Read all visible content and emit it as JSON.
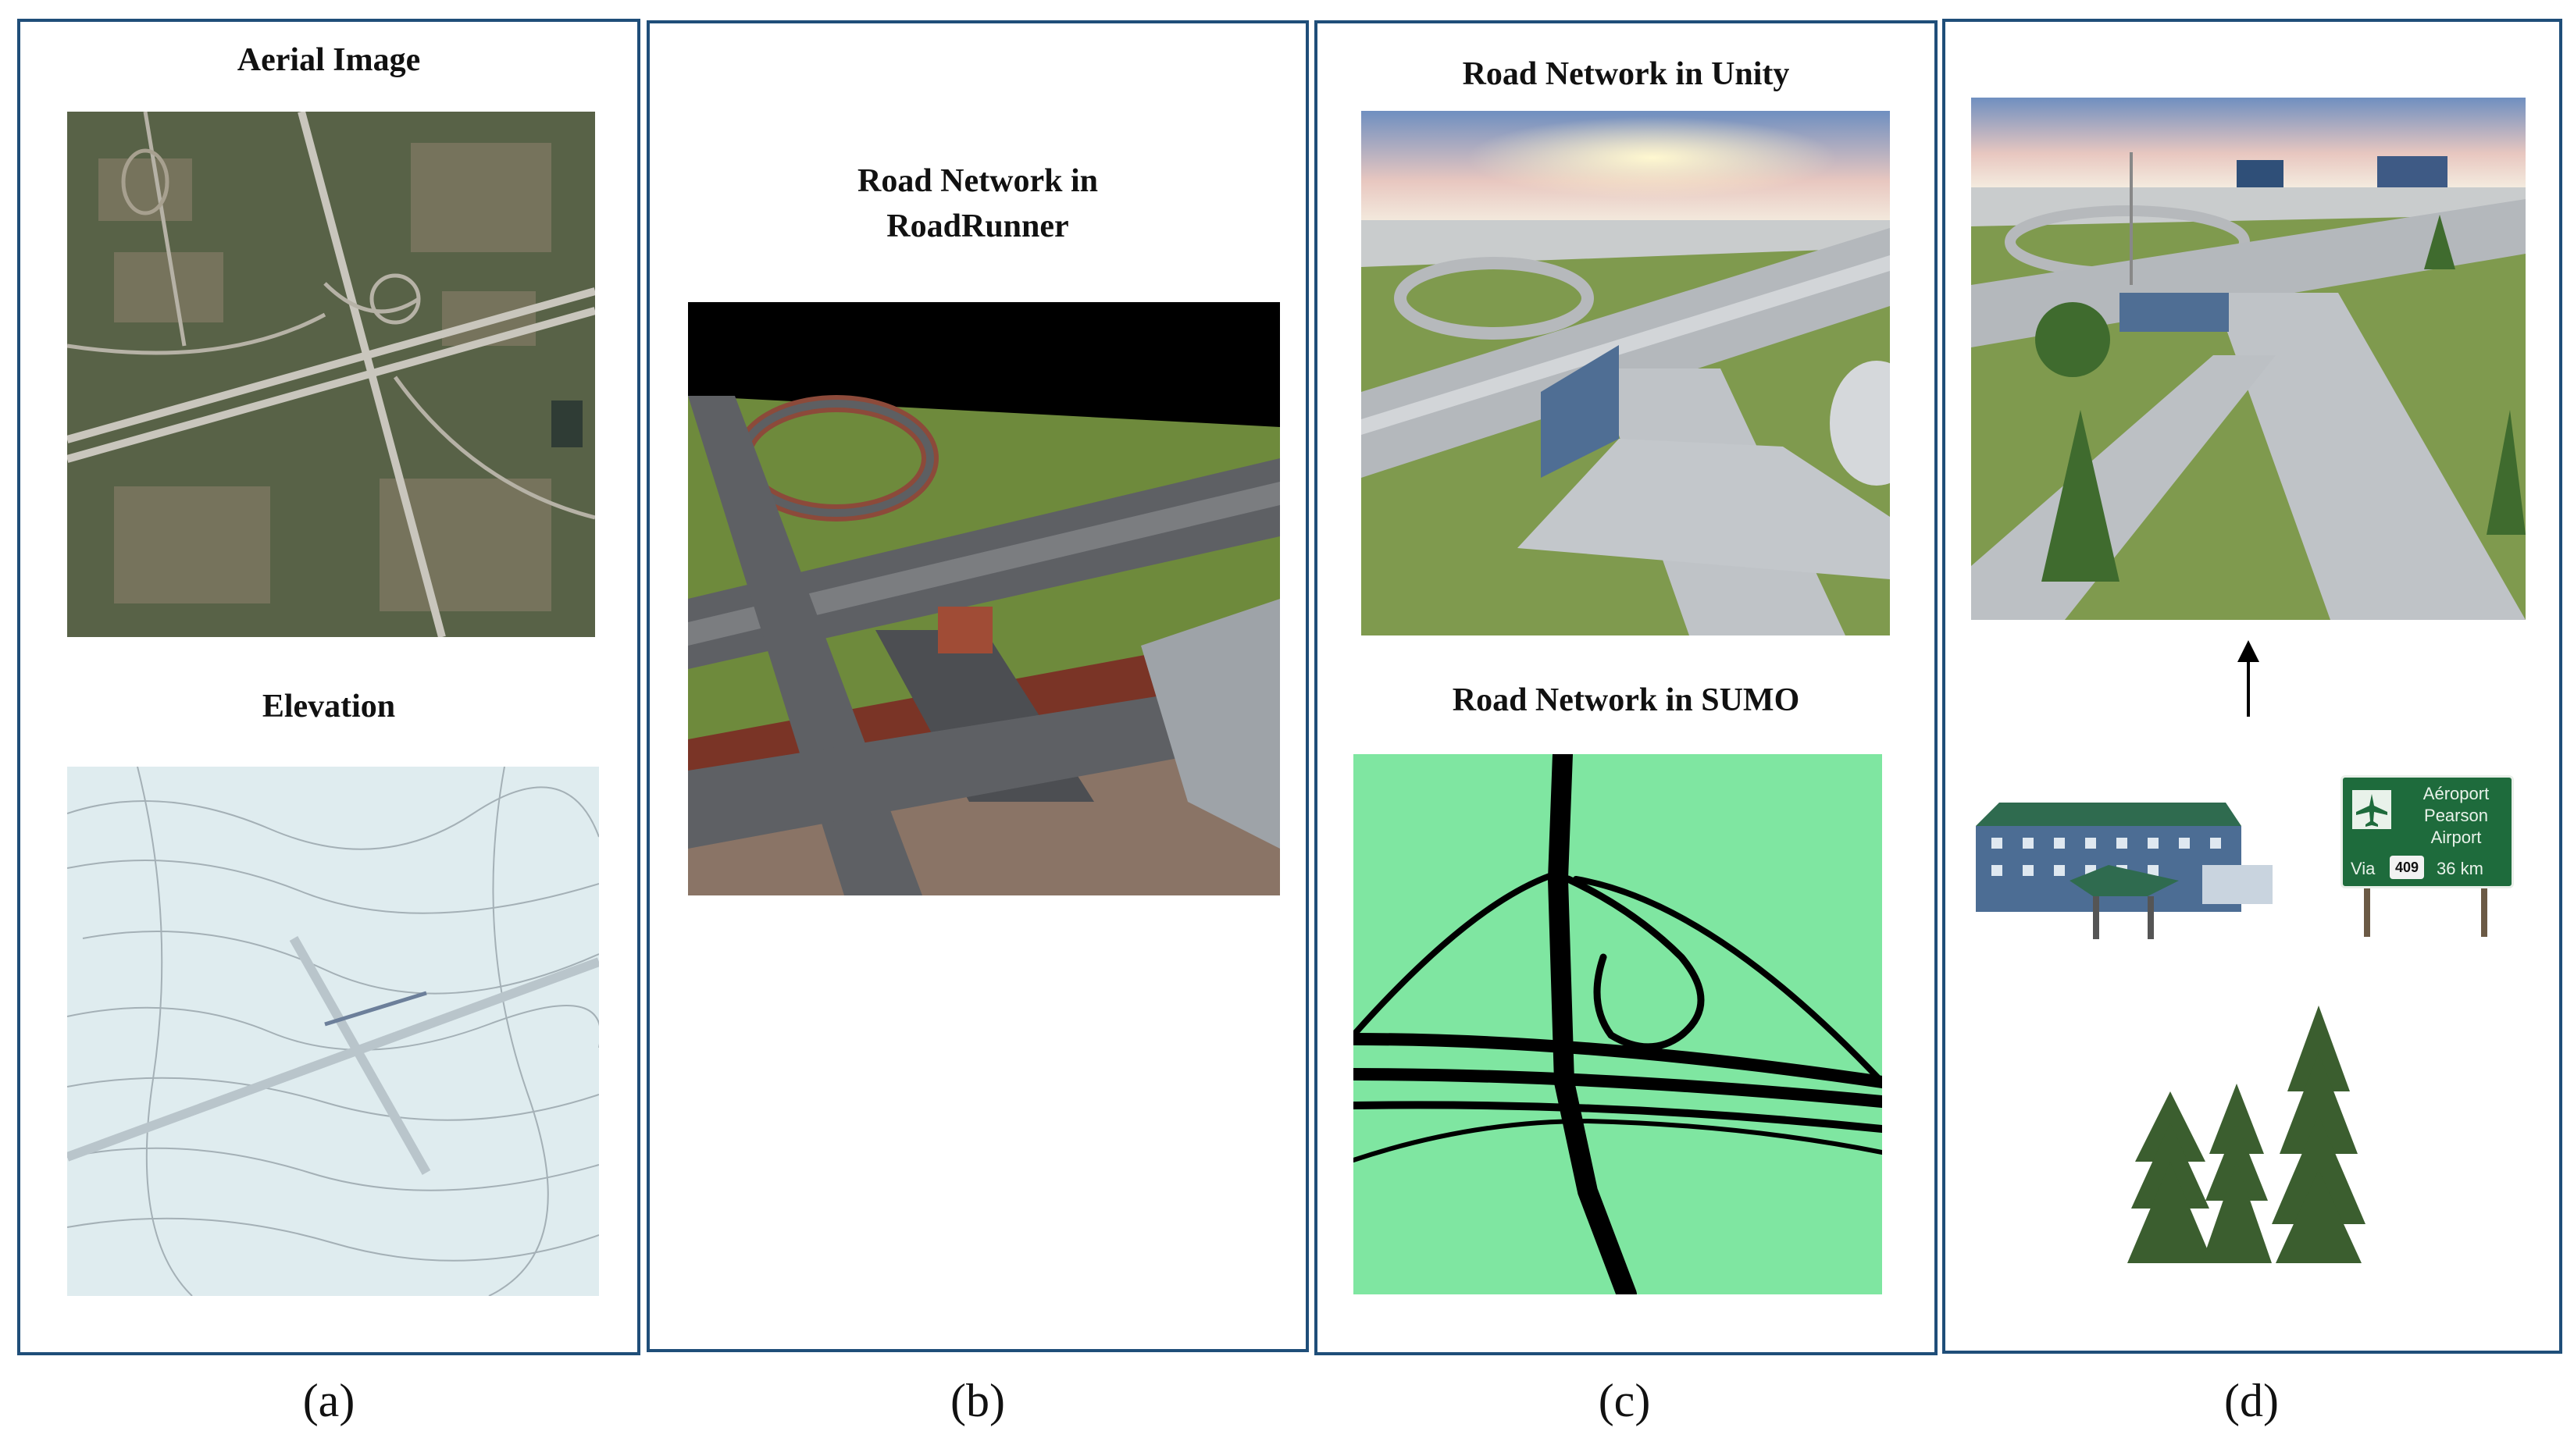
{
  "panels": {
    "a": {
      "label": "(a)",
      "aerial_title": "Aerial Image",
      "elevation_title": "Elevation"
    },
    "b": {
      "label": "(b)",
      "title_line1": "Road Network in",
      "title_line2": "RoadRunner"
    },
    "c": {
      "label": "(c)",
      "unity_title": "Road Network in Unity",
      "sumo_title": "Road Network in SUMO"
    },
    "d": {
      "label": "(d)",
      "sign": {
        "line1": "Aéroport",
        "line2": "Pearson",
        "line3": "Airport",
        "via": "Via",
        "route": "409",
        "distance": "36 km"
      }
    }
  },
  "colors": {
    "frame": "#1f4e79",
    "grass": "#7a8f4e",
    "road": "#9a9c9e",
    "sumo_bg": "#7fe6a1",
    "sign_green": "#1e6b3c"
  },
  "icons": {
    "arrow": "up-arrow-icon"
  }
}
